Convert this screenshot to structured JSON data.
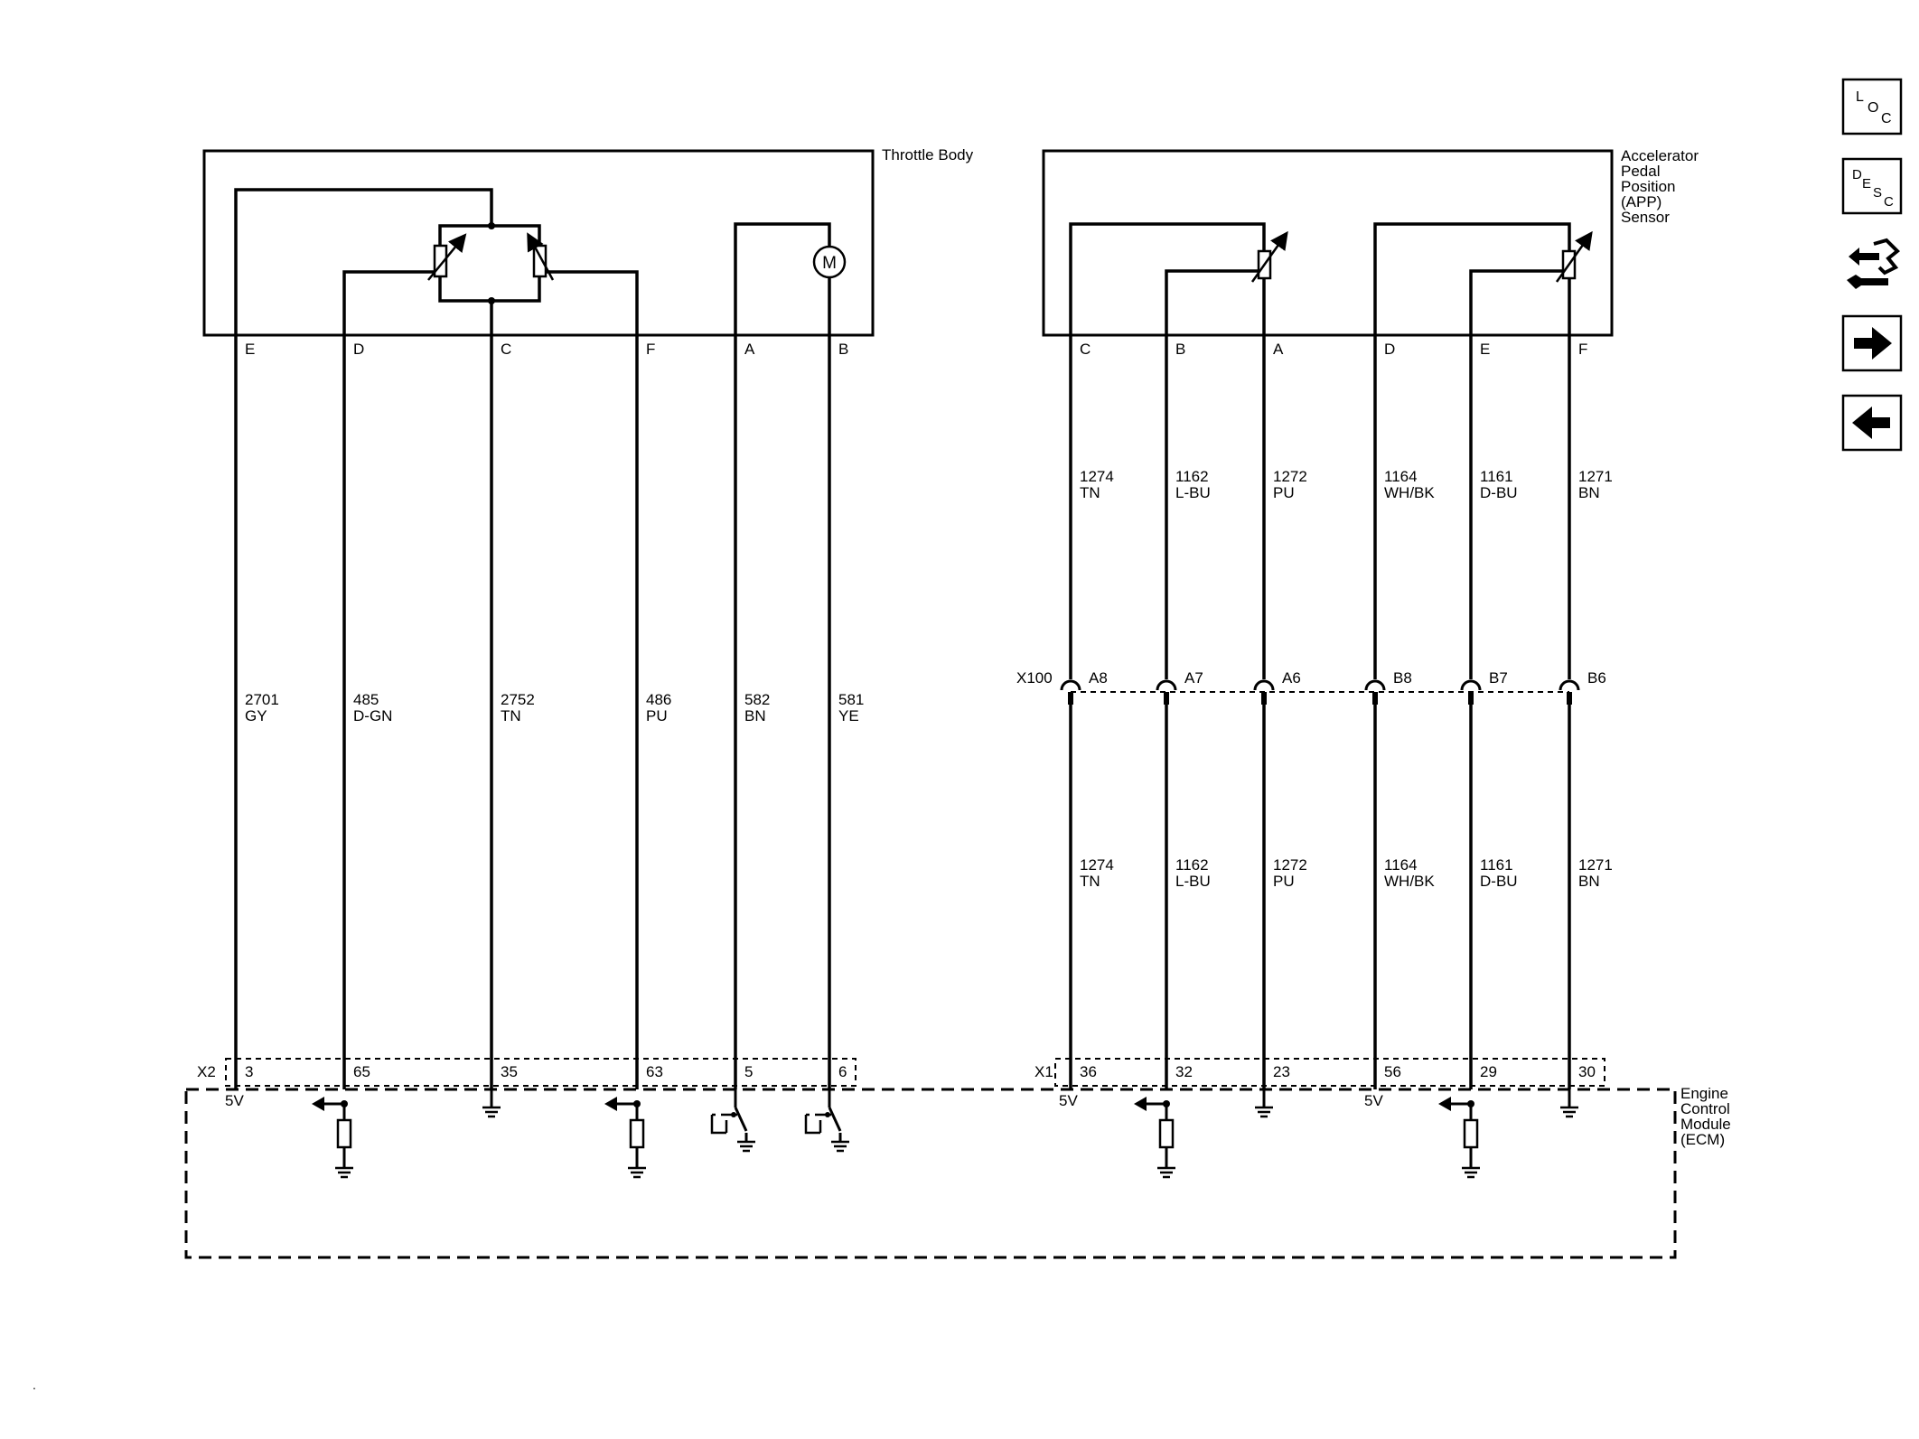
{
  "components": {
    "throttle_body": "Throttle Body",
    "app_sensor": [
      "Accelerator",
      "Pedal",
      "Position",
      "(APP)",
      "Sensor"
    ],
    "ecm": [
      "Engine",
      "Control",
      "Module",
      "(ECM)"
    ]
  },
  "connectors": {
    "x2": "X2",
    "x1": "X1",
    "x100": "X100"
  },
  "motor_symbol": "M",
  "supply_label": "5V",
  "throttle_circuits": [
    {
      "pin": "E",
      "wire": "2701",
      "color": "GY",
      "ecm_pin": "3"
    },
    {
      "pin": "D",
      "wire": "485",
      "color": "D-GN",
      "ecm_pin": "65"
    },
    {
      "pin": "C",
      "wire": "2752",
      "color": "TN",
      "ecm_pin": "35"
    },
    {
      "pin": "F",
      "wire": "486",
      "color": "PU",
      "ecm_pin": "63"
    },
    {
      "pin": "A",
      "wire": "582",
      "color": "BN",
      "ecm_pin": "5"
    },
    {
      "pin": "B",
      "wire": "581",
      "color": "YE",
      "ecm_pin": "6"
    }
  ],
  "app_circuits": [
    {
      "pin": "C",
      "wire": "1274",
      "color": "TN",
      "inline_pin": "A8",
      "ecm_pin": "36"
    },
    {
      "pin": "B",
      "wire": "1162",
      "color": "L-BU",
      "inline_pin": "A7",
      "ecm_pin": "32"
    },
    {
      "pin": "A",
      "wire": "1272",
      "color": "PU",
      "inline_pin": "A6",
      "ecm_pin": "23"
    },
    {
      "pin": "D",
      "wire": "1164",
      "color": "WH/BK",
      "inline_pin": "B8",
      "ecm_pin": "56"
    },
    {
      "pin": "E",
      "wire": "1161",
      "color": "D-BU",
      "inline_pin": "B7",
      "ecm_pin": "29"
    },
    {
      "pin": "F",
      "wire": "1271",
      "color": "BN",
      "inline_pin": "B6",
      "ecm_pin": "30"
    }
  ],
  "nav": {
    "loc": [
      "L",
      "O",
      "C"
    ],
    "desc": [
      "D",
      "E",
      "S",
      "C"
    ],
    "icons": [
      "loc-icon",
      "desc-icon",
      "connector-tool-icon",
      "arrow-right-icon",
      "arrow-left-icon"
    ]
  },
  "corner_mark": "."
}
